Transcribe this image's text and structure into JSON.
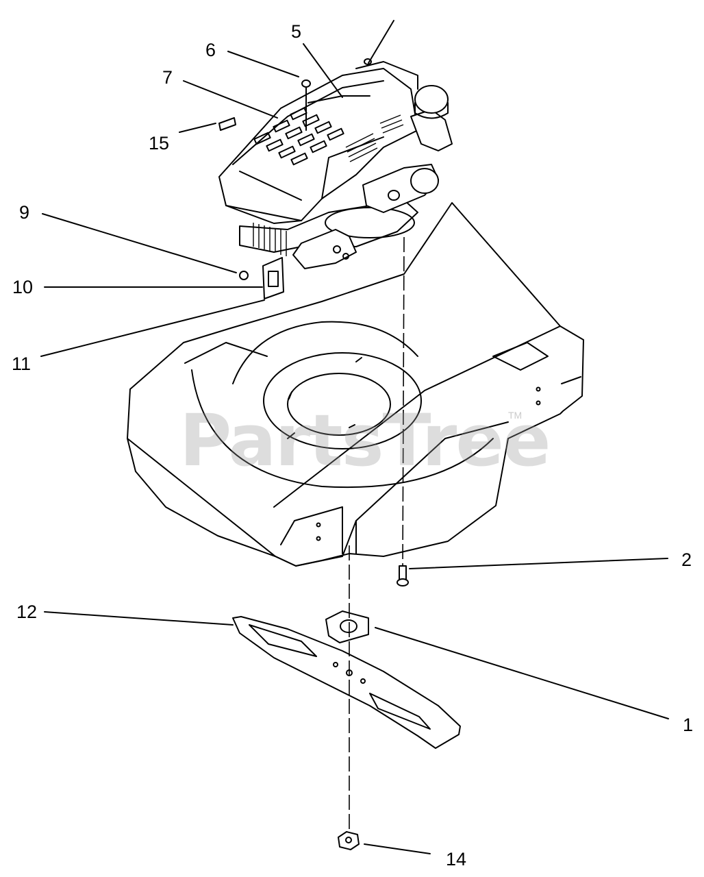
{
  "watermark": {
    "brand": "PartsTree",
    "trademark": "TM"
  },
  "callouts": [
    {
      "id": "1",
      "label": "1"
    },
    {
      "id": "2",
      "label": "2"
    },
    {
      "id": "5",
      "label": "5"
    },
    {
      "id": "6",
      "label": "6"
    },
    {
      "id": "7",
      "label": "7"
    },
    {
      "id": "9",
      "label": "9"
    },
    {
      "id": "10",
      "label": "10"
    },
    {
      "id": "11",
      "label": "11"
    },
    {
      "id": "12",
      "label": "12"
    },
    {
      "id": "14",
      "label": "14"
    },
    {
      "id": "15",
      "label": "15"
    }
  ]
}
